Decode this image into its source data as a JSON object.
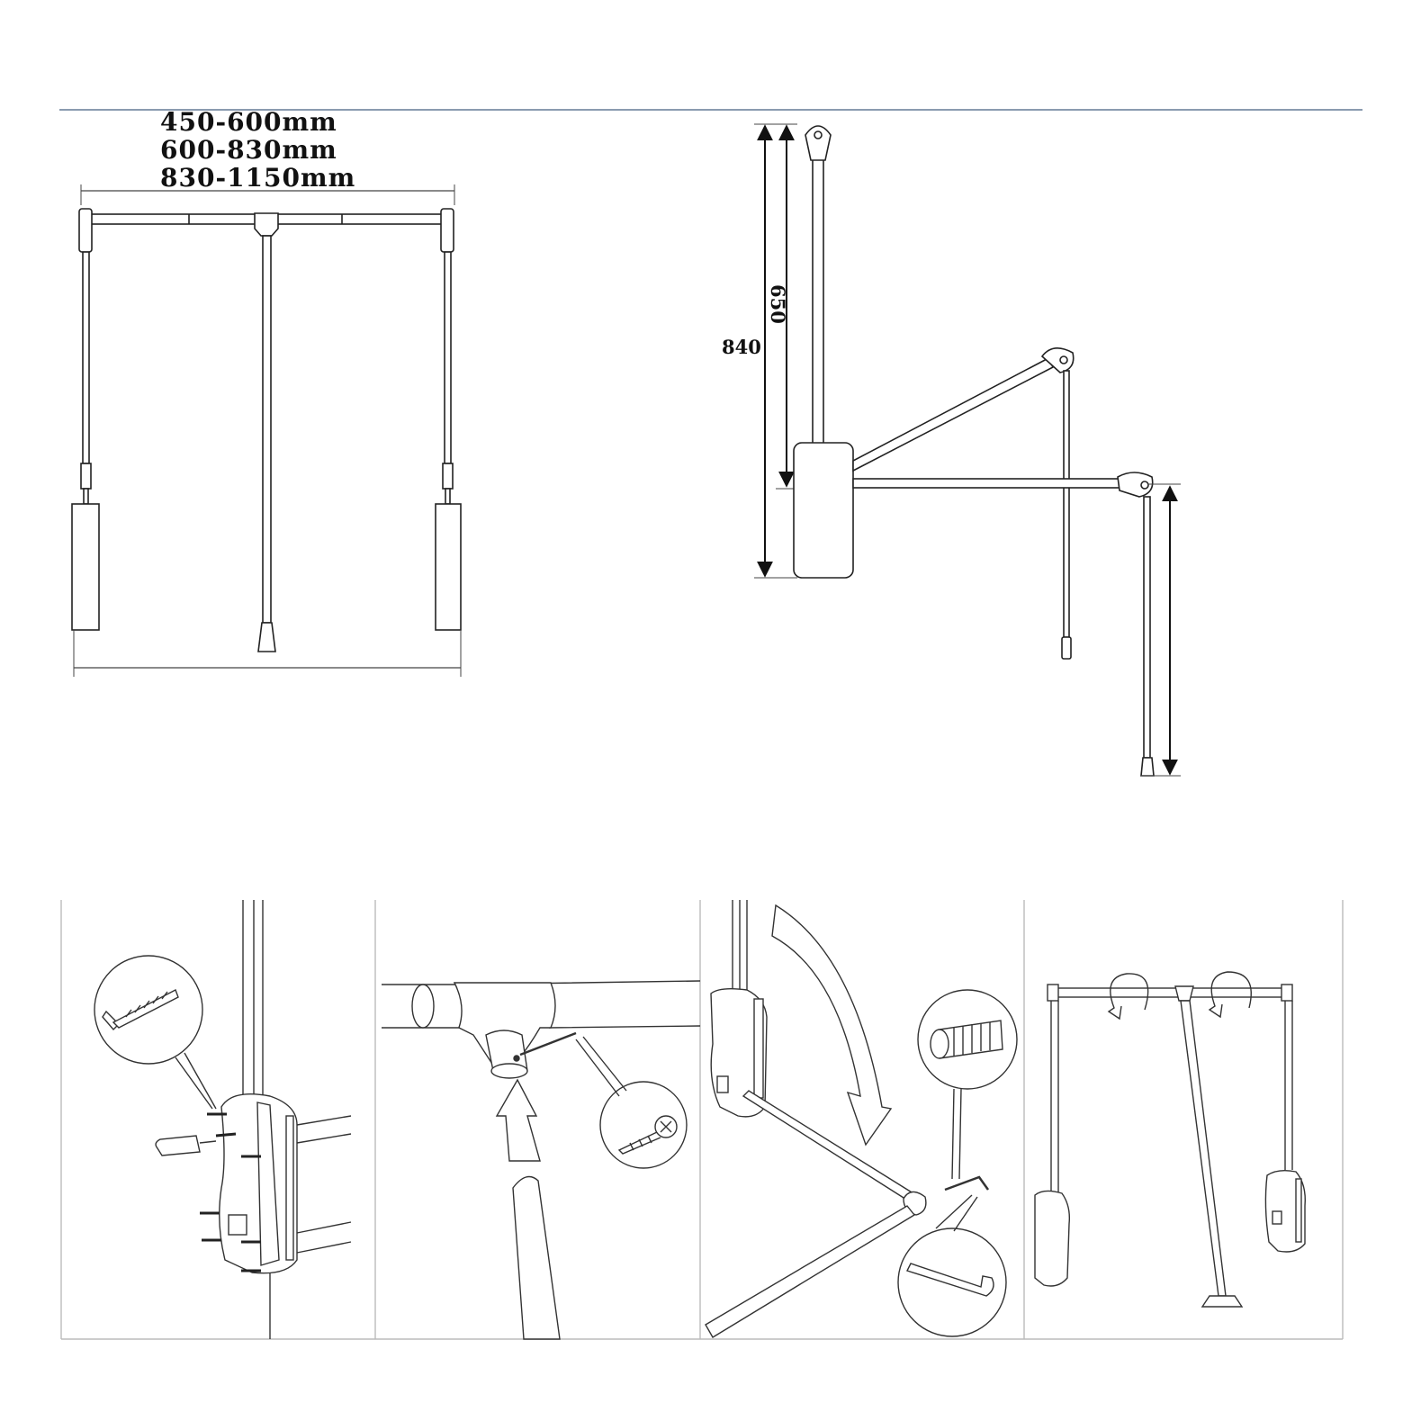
{
  "front_view": {
    "width_options": [
      "450-600mm",
      "600-830mm",
      "830-1150mm"
    ]
  },
  "side_view": {
    "height_overall": "840",
    "height_travel": "650"
  },
  "installation_steps": [
    {
      "name": "wall-mount-screws"
    },
    {
      "name": "rail-connector-insert"
    },
    {
      "name": "lower-arm-hex-key"
    },
    {
      "name": "rotate-rails-final"
    }
  ],
  "colors": {
    "line": "#222222",
    "rule": "#8a9bb0",
    "fill": "#ffffff"
  }
}
